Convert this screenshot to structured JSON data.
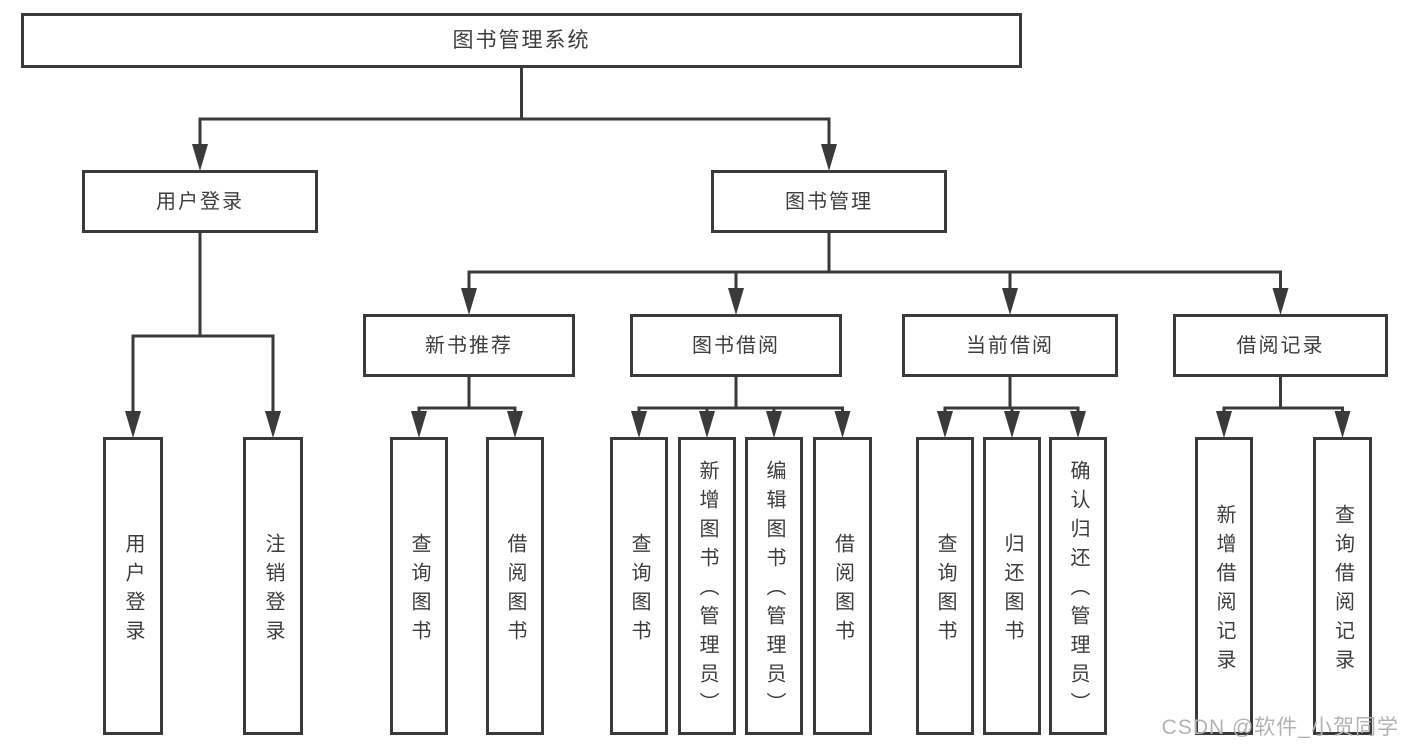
{
  "diagram": {
    "type": "hierarchy-tree",
    "title": "图书管理系统",
    "colors": {
      "line": "#3a3a3a",
      "box_border": "#3a3a3a",
      "text": "#3d3d3d",
      "background": "#ffffff",
      "watermark": "#b3b3b3"
    },
    "nodes": [
      {
        "id": "root",
        "label": "图书管理系统",
        "parent": null,
        "level": 1
      },
      {
        "id": "user-login",
        "label": "用户登录",
        "parent": "root",
        "level": 2
      },
      {
        "id": "book-mgmt",
        "label": "图书管理",
        "parent": "root",
        "level": 2
      },
      {
        "id": "login",
        "label": "用户登录",
        "parent": "user-login",
        "level": 3
      },
      {
        "id": "logout",
        "label": "注销登录",
        "parent": "user-login",
        "level": 3
      },
      {
        "id": "new-book-rec",
        "label": "新书推荐",
        "parent": "book-mgmt",
        "level": 3
      },
      {
        "id": "book-borrow",
        "label": "图书借阅",
        "parent": "book-mgmt",
        "level": 3
      },
      {
        "id": "current-borrow",
        "label": "当前借阅",
        "parent": "book-mgmt",
        "level": 3
      },
      {
        "id": "borrow-record",
        "label": "借阅记录",
        "parent": "book-mgmt",
        "level": 3
      },
      {
        "id": "rec-query-book",
        "label": "查询图书",
        "parent": "new-book-rec",
        "level": 4
      },
      {
        "id": "rec-borrow-book",
        "label": "借阅图书",
        "parent": "new-book-rec",
        "level": 4
      },
      {
        "id": "bb-query-book",
        "label": "查询图书",
        "parent": "book-borrow",
        "level": 4
      },
      {
        "id": "bb-add-book",
        "label": "新增图书（管理员）",
        "parent": "book-borrow",
        "level": 4
      },
      {
        "id": "bb-edit-book",
        "label": "编辑图书（管理员）",
        "parent": "book-borrow",
        "level": 4
      },
      {
        "id": "bb-borrow-book",
        "label": "借阅图书",
        "parent": "book-borrow",
        "level": 4
      },
      {
        "id": "cb-query-book",
        "label": "查询图书",
        "parent": "current-borrow",
        "level": 4
      },
      {
        "id": "cb-return-book",
        "label": "归还图书",
        "parent": "current-borrow",
        "level": 4
      },
      {
        "id": "cb-confirm-return",
        "label": "确认归还（管理员）",
        "parent": "current-borrow",
        "level": 4
      },
      {
        "id": "br-add-record",
        "label": "新增借阅记录",
        "parent": "borrow-record",
        "level": 4
      },
      {
        "id": "br-query-record",
        "label": "查询借阅记录",
        "parent": "borrow-record",
        "level": 4
      }
    ]
  },
  "watermark": {
    "text": "CSDN @软件_小贺同学"
  }
}
